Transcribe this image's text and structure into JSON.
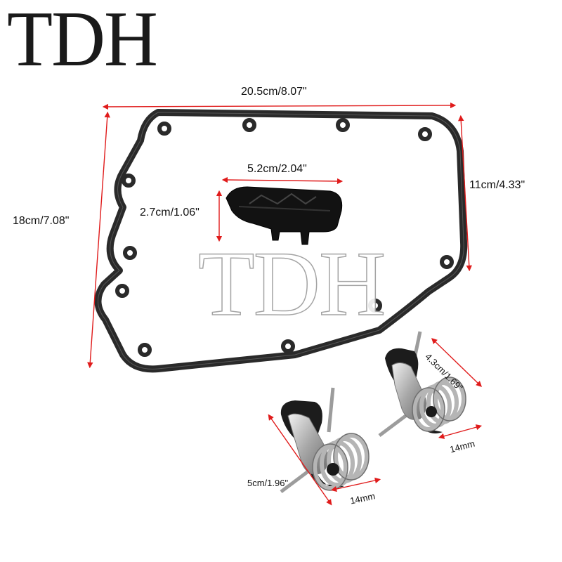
{
  "brand": {
    "logo_text": "TDH",
    "watermark_text": "TDH"
  },
  "dimensions": {
    "gasket_width": "20.5cm/8.07\"",
    "gasket_height": "18cm/7.08\"",
    "gasket_side": "11cm/4.33\"",
    "shoe_width": "5.2cm/2.04\"",
    "shoe_height": "2.7cm/1.06\"",
    "tensioner_left_length": "5cm/1.96\"",
    "tensioner_left_width": "14mm",
    "tensioner_right_length": "4.3cm/1.69\"",
    "tensioner_right_width": "14mm"
  },
  "colors": {
    "dimension_line": "#e01b1b",
    "gasket": "#2a2a2a",
    "metal": "#c8c8c8"
  }
}
